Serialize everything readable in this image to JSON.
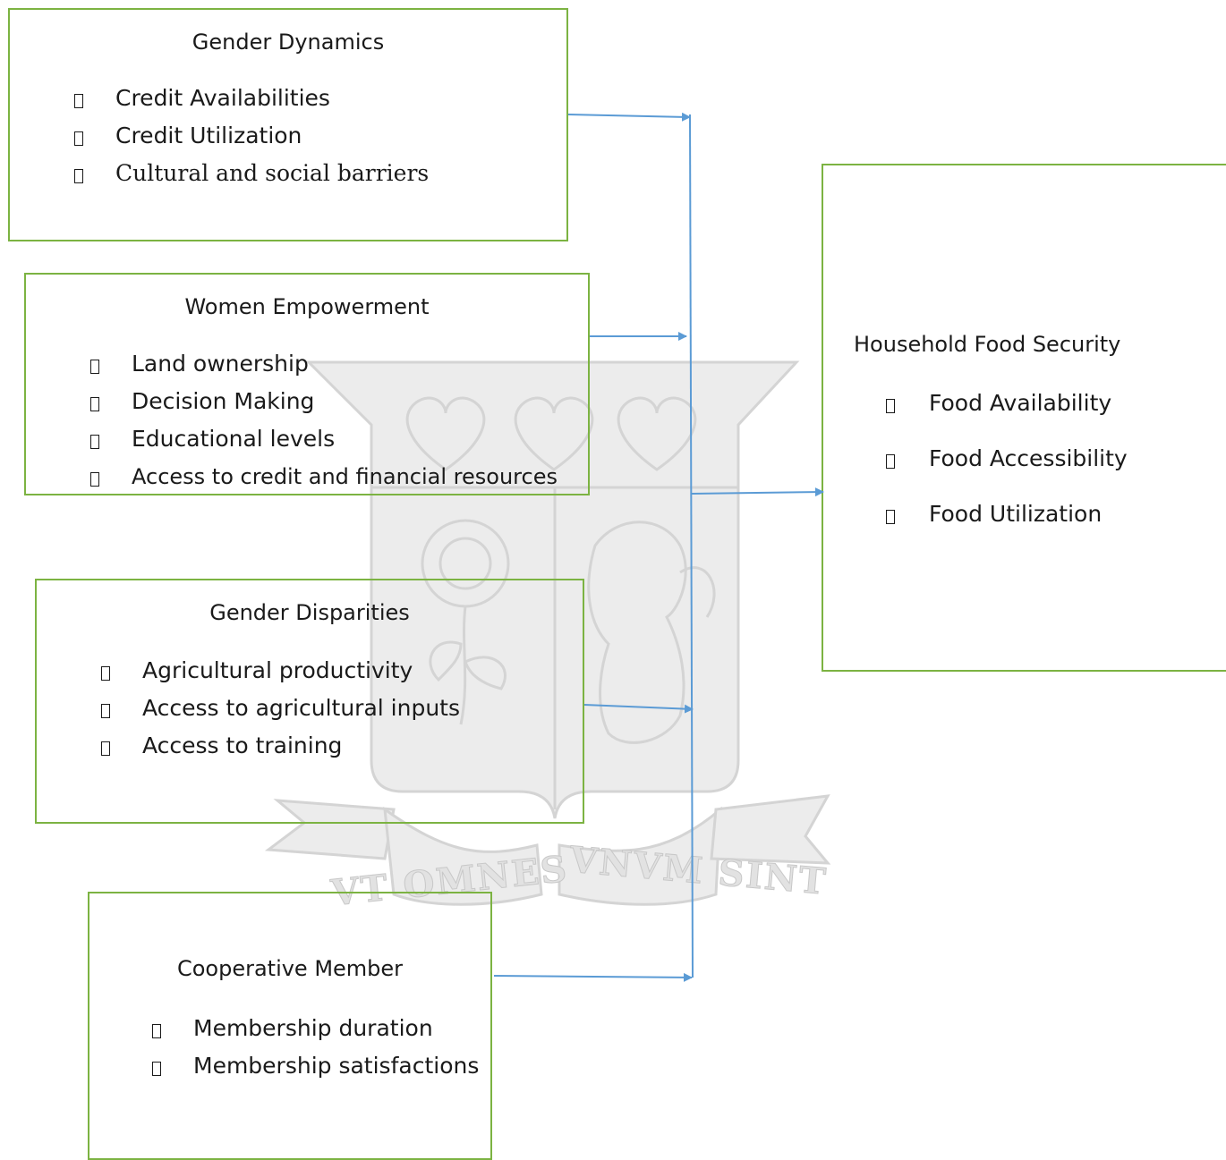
{
  "colors": {
    "box_border": "#7cb342",
    "arrow": "#5b9bd5",
    "watermark": "#d4d4d4"
  },
  "watermark": {
    "motto_left": "VT OMNES",
    "motto_right": "VNVM SINT"
  },
  "boxes": {
    "gender_dynamics": {
      "title": "Gender Dynamics",
      "items": [
        "Credit Availabilities",
        "Credit Utilization",
        "Cultural and social barriers"
      ]
    },
    "women_empowerment": {
      "title": "Women Empowerment",
      "items": [
        "Land ownership",
        "Decision Making",
        "Educational levels",
        "Access to credit and financial resources"
      ]
    },
    "gender_disparities": {
      "title": "Gender Disparities",
      "items": [
        "Agricultural productivity",
        "Access to agricultural inputs",
        "Access to training"
      ]
    },
    "cooperative_member": {
      "title": "Cooperative Member",
      "items": [
        "Membership duration",
        "Membership satisfactions"
      ]
    },
    "household_food_security": {
      "title": "Household Food Security",
      "items": [
        "Food Availability",
        "Food Accessibility",
        "Food Utilization"
      ]
    }
  }
}
